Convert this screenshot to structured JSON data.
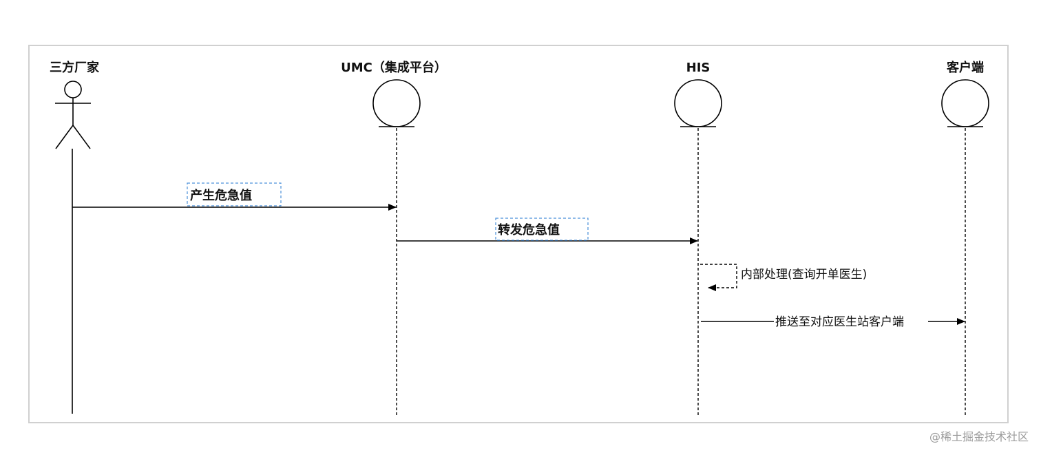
{
  "participants": [
    {
      "id": "vendor",
      "label": "三方厂家",
      "kind": "actor"
    },
    {
      "id": "umc",
      "label": "UMC（集成平台）",
      "kind": "entity"
    },
    {
      "id": "his",
      "label": "HIS",
      "kind": "entity"
    },
    {
      "id": "client",
      "label": "客户端",
      "kind": "entity"
    }
  ],
  "messages": [
    {
      "id": "m1",
      "from": "vendor",
      "to": "umc",
      "label": "产生危急值",
      "style": "solid",
      "label_boxed": true
    },
    {
      "id": "m2",
      "from": "umc",
      "to": "his",
      "label": "转发危急值",
      "style": "solid",
      "label_boxed": true
    },
    {
      "id": "m3",
      "from": "his",
      "to": "his",
      "label": "内部处理(查询开单医生)",
      "style": "dashed-self",
      "label_boxed": false
    },
    {
      "id": "m4",
      "from": "his",
      "to": "client",
      "label": "推送至对应医生站客户端",
      "style": "solid",
      "label_boxed": false
    }
  ],
  "watermark": "@稀土掘金技术社区",
  "colors": {
    "line": "#000000",
    "frame": "#d0d0d0",
    "label_box": "#4a90d9",
    "watermark": "#9b9b9b"
  }
}
